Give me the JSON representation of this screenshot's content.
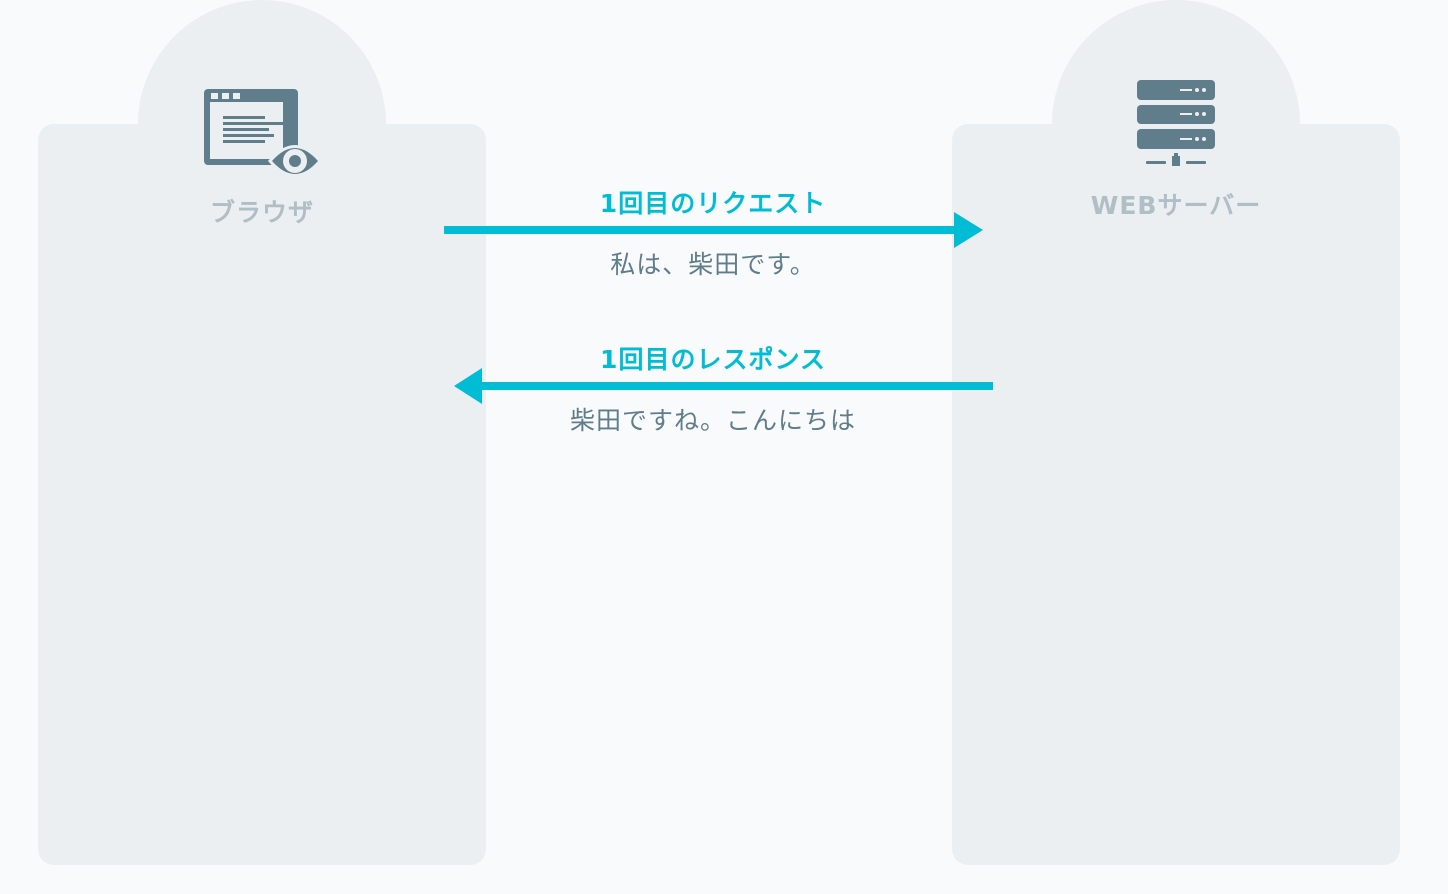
{
  "colors": {
    "background": "#f9fafb",
    "panel": "#ebeff2",
    "icon": "#607d8b",
    "accent": "#00bcd4",
    "node_label": "#b0bec5",
    "message_text": "#607d8b"
  },
  "nodes": {
    "browser": {
      "label": "ブラウザ",
      "icon": "browser-eye-icon"
    },
    "server": {
      "label": "WEBサーバー",
      "icon": "server-rack-icon"
    }
  },
  "messages": [
    {
      "title": "1回目のリクエスト",
      "body": "私は、柴田です。",
      "direction": "browser-to-server"
    },
    {
      "title": "1回目のレスポンス",
      "body": "柴田ですね。こんにちは",
      "direction": "server-to-browser"
    }
  ]
}
